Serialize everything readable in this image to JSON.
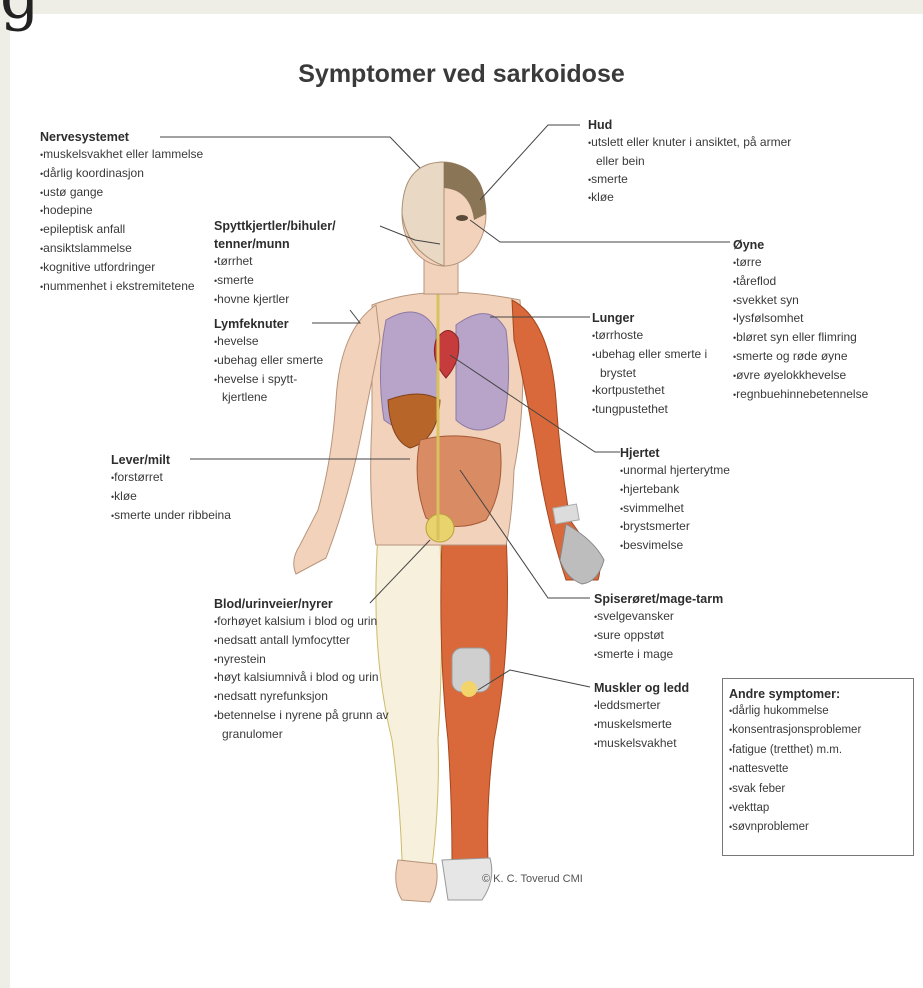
{
  "corner_glyph": "g",
  "title": "Symptomer ved sarkoidose",
  "credit": "© K. C. Toverud CMI",
  "sections": {
    "nervesystemet": {
      "heading": "Nervesystemet",
      "items": [
        "muskelsvakhet eller lammelse",
        "dårlig koordinasjon",
        "ustø gange",
        "hodepine",
        "epileptisk anfall",
        "ansiktslammelse",
        "kognitive utfordringer",
        "nummenhet i ekstremitetene"
      ]
    },
    "spyttkjertler": {
      "heading": "Spyttkjertler/bihuler/ tenner/munn",
      "items": [
        "tørrhet",
        "smerte",
        "hovne kjertler"
      ]
    },
    "lymfeknuter": {
      "heading": "Lymfeknuter",
      "items": [
        "hevelse",
        "ubehag eller smerte",
        "hevelse i spytt-kjertlene"
      ]
    },
    "lever": {
      "heading": "Lever/milt",
      "items": [
        "forstørret",
        "kløe",
        "smerte under ribbeina"
      ]
    },
    "blod": {
      "heading": "Blod/urinveier/nyrer",
      "items": [
        "forhøyet kalsium i blod og urin",
        "nedsatt antall lymfocytter",
        "nyrestein",
        "høyt kalsiumnivå i blod og urin",
        "nedsatt nyrefunksjon",
        "betennelse i nyrene på grunn av granulomer"
      ]
    },
    "hud": {
      "heading": "Hud",
      "items": [
        "utslett eller knuter i ansiktet, på armer eller bein",
        "smerte",
        "kløe"
      ]
    },
    "oyne": {
      "heading": "Øyne",
      "items": [
        "tørre",
        "tåreflod",
        "svekket syn",
        "lysfølsomhet",
        "bløret syn eller flimring",
        "smerte og røde øyne",
        "øvre øyelokkhevelse",
        "regnbuehinnebetennelse"
      ]
    },
    "lunger": {
      "heading": "Lunger",
      "items": [
        "tørrhoste",
        "ubehag eller smerte i brystet",
        "kortpustethet",
        "tungpustethet"
      ]
    },
    "hjertet": {
      "heading": "Hjertet",
      "items": [
        "unormal hjerterytme",
        "hjertebank",
        "svimmelhet",
        "brystsmerter",
        "besvimelse"
      ]
    },
    "spiseroret": {
      "heading": "Spiserøret/mage-tarm",
      "items": [
        "svelgevansker",
        "sure oppstøt",
        "smerte i mage"
      ]
    },
    "muskler": {
      "heading": "Muskler og ledd",
      "items": [
        "leddsmerter",
        "muskelsmerte",
        "muskelsvakhet"
      ]
    }
  },
  "andre": {
    "heading": "Andre symptomer:",
    "items": [
      "dårlig hukommelse",
      "konsentrasjonsproblemer",
      "fatigue (tretthet) m.m.",
      "nattesvette",
      "svak feber",
      "vekttap",
      "søvnproblemer"
    ]
  },
  "colors": {
    "muscle": "#d9693a",
    "lung": "#b8a3c9",
    "nerve": "#d9c25e",
    "skin": "#f2d2bb",
    "brain": "#e9d8c4",
    "hair": "#8a7656",
    "bone": "#e6e6e6",
    "leader": "#444444"
  }
}
